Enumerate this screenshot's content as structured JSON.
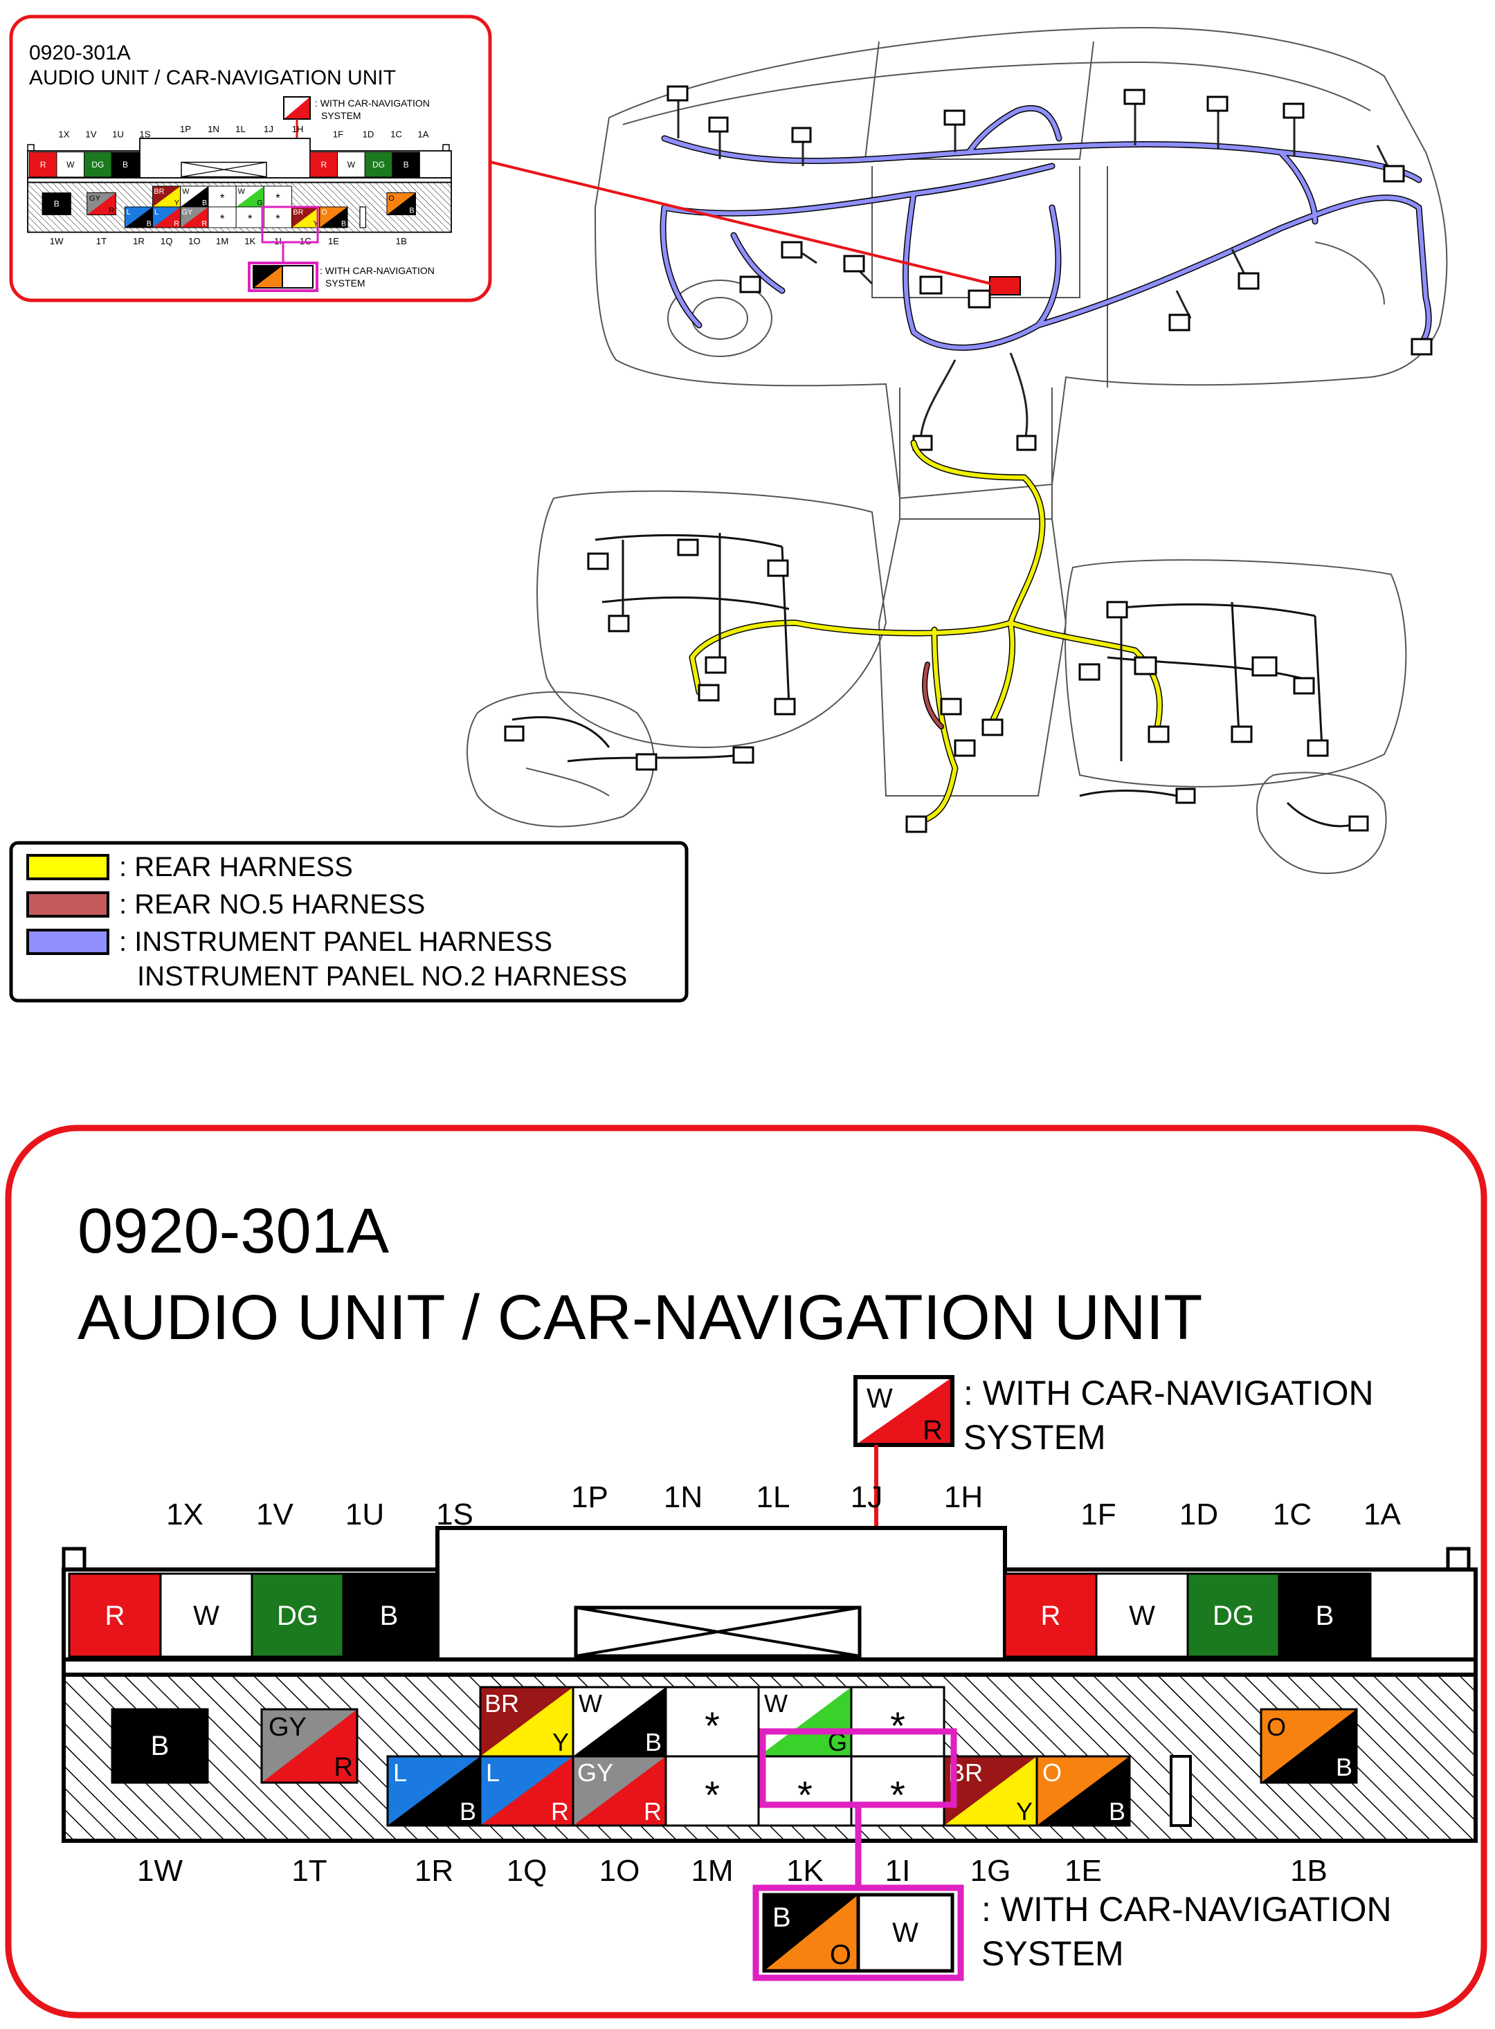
{
  "connector": {
    "code": "0920-301A",
    "name": "AUDIO UNIT / CAR-NAVIGATION UNIT",
    "nav_note": ": WITH CAR-NAVIGATION SYSTEM",
    "nav_note_line1": ": WITH CAR-NAVIGATION",
    "nav_note_line2": "SYSTEM"
  },
  "nav_option_top": {
    "a": "W",
    "b": "R",
    "colors": [
      "#ffffff",
      "#e8141a"
    ]
  },
  "nav_option_bottom": {
    "a": "B",
    "b": "O",
    "c": "W",
    "colors": [
      "#000000",
      "#f7820f",
      "#ffffff"
    ]
  },
  "top_labels": [
    {
      "id": "1X"
    },
    {
      "id": "1V"
    },
    {
      "id": "1U"
    },
    {
      "id": "1S"
    },
    {
      "id": "1P"
    },
    {
      "id": "1N"
    },
    {
      "id": "1L"
    },
    {
      "id": "1J"
    },
    {
      "id": "1H"
    },
    {
      "id": "1F"
    },
    {
      "id": "1D"
    },
    {
      "id": "1C"
    },
    {
      "id": "1A"
    }
  ],
  "bottom_labels": [
    {
      "id": "1W"
    },
    {
      "id": "1T"
    },
    {
      "id": "1R"
    },
    {
      "id": "1Q"
    },
    {
      "id": "1O"
    },
    {
      "id": "1M"
    },
    {
      "id": "1K"
    },
    {
      "id": "1I"
    },
    {
      "id": "1G"
    },
    {
      "id": "1E"
    },
    {
      "id": "1B"
    }
  ],
  "top_row_pins": [
    {
      "pin": "1X",
      "text": "R",
      "bg": "#e8141a",
      "fg": "#ffffff"
    },
    {
      "pin": "1V",
      "text": "W",
      "bg": "#ffffff",
      "fg": "#000000"
    },
    {
      "pin": "1U",
      "text": "DG",
      "bg": "#1b7a1f",
      "fg": "#ffffff"
    },
    {
      "pin": "1S",
      "text": "B",
      "bg": "#000000",
      "fg": "#ffffff"
    },
    {
      "pin": "1F",
      "text": "R",
      "bg": "#e8141a",
      "fg": "#ffffff"
    },
    {
      "pin": "1D",
      "text": "W",
      "bg": "#ffffff",
      "fg": "#000000"
    },
    {
      "pin": "1C",
      "text": "DG",
      "bg": "#1b7a1f",
      "fg": "#ffffff"
    },
    {
      "pin": "1A",
      "text": "B",
      "bg": "#000000",
      "fg": "#ffffff"
    }
  ],
  "cavity_pins": [
    {
      "text": "B",
      "bg": "#000000",
      "fg": "#ffffff"
    },
    {
      "a": "GY",
      "b": "R",
      "colors": [
        "#8c8c8c",
        "#e8141a"
      ]
    },
    {
      "a": "BR",
      "b": "Y",
      "colors": [
        "#9b1616",
        "#ffee00"
      ]
    },
    {
      "a": "W",
      "b": "B",
      "colors": [
        "#ffffff",
        "#000000"
      ]
    },
    {
      "text": "*"
    },
    {
      "a": "W",
      "b": "G",
      "colors": [
        "#ffffff",
        "#3ad12b"
      ]
    },
    {
      "text": "*"
    },
    {
      "a": "L",
      "b": "B",
      "colors": [
        "#1a7ae0",
        "#000000"
      ]
    },
    {
      "a": "L",
      "b": "R",
      "colors": [
        "#1a7ae0",
        "#e8141a"
      ]
    },
    {
      "a": "GY",
      "b": "R",
      "colors": [
        "#8c8c8c",
        "#e8141a"
      ]
    },
    {
      "text": "*"
    },
    {
      "text": "*"
    },
    {
      "text": "*"
    },
    {
      "a": "BR",
      "b": "Y",
      "colors": [
        "#9b1616",
        "#ffee00"
      ]
    },
    {
      "a": "O",
      "b": "B",
      "colors": [
        "#f7820f",
        "#000000"
      ]
    },
    {
      "a": "O",
      "b": "B",
      "colors": [
        "#f7820f",
        "#000000"
      ]
    }
  ],
  "legend": {
    "items": [
      {
        "label": ": REAR HARNESS",
        "color": "#ffff00"
      },
      {
        "label": ": REAR NO.5 HARNESS",
        "color": "#c45a5a"
      },
      {
        "label": ": INSTRUMENT PANEL HARNESS",
        "color": "#8f8fff"
      }
    ],
    "extra": "INSTRUMENT PANEL NO.2 HARNESS"
  },
  "colors": {
    "frame_red": "#e8141a",
    "highlight_magenta": "#e020c0",
    "instrument_panel": "#8f8fff",
    "rear": "#e8e800",
    "rear_no5": "#b04a4a",
    "connector_marker": "#e8141a"
  }
}
